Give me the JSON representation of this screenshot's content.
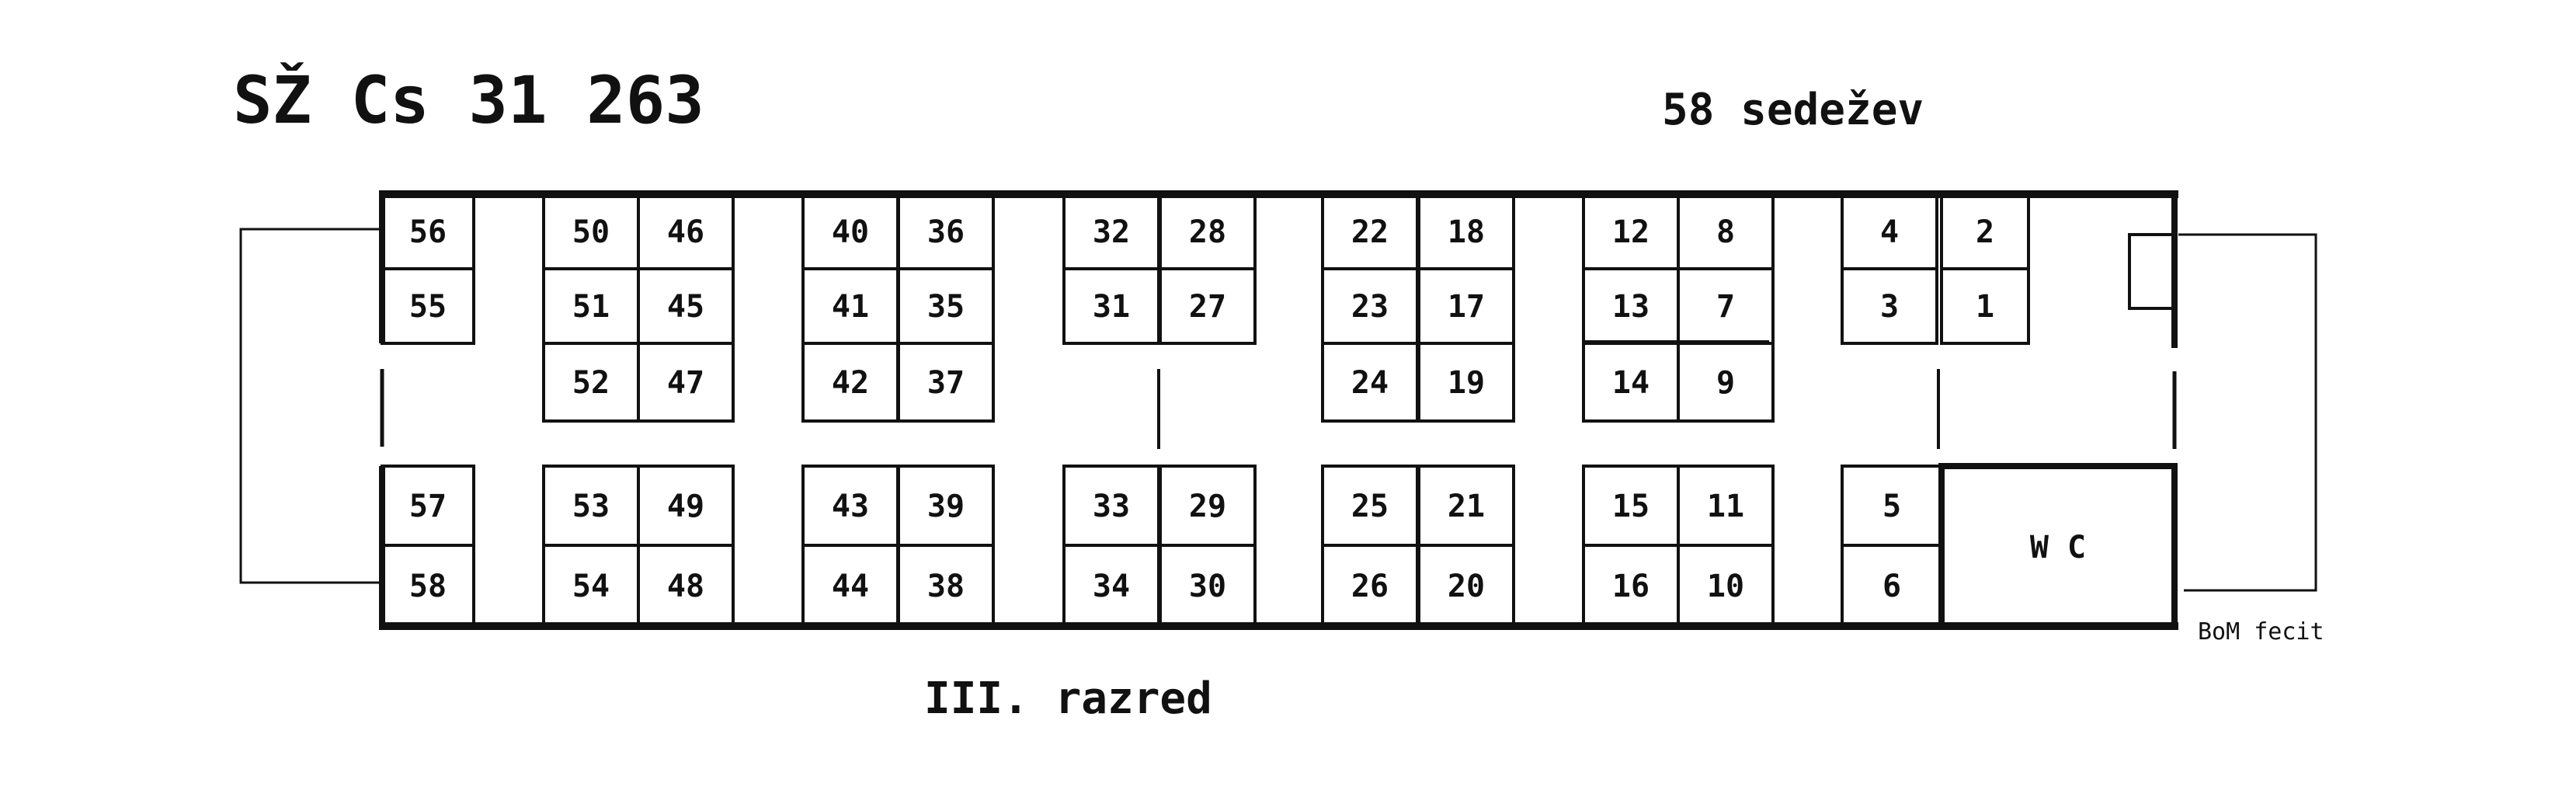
{
  "header": {
    "title": "SŽ Cs 31 263",
    "seat_count": "58 sedežev"
  },
  "footer": {
    "class_label": "III. razred",
    "signature": "BoM fecit"
  },
  "wc": {
    "label": "W C"
  },
  "compartments": [
    {
      "id": "end-left",
      "top": [
        [
          "56"
        ],
        [
          "55"
        ]
      ],
      "bottom": [
        [
          "57"
        ],
        [
          "58"
        ]
      ]
    },
    {
      "id": "bay-1",
      "top": [
        [
          "50",
          "46"
        ],
        [
          "51",
          "45"
        ],
        [
          "52",
          "47"
        ]
      ],
      "bottom": [
        [
          "53",
          "49"
        ],
        [
          "54",
          "48"
        ]
      ]
    },
    {
      "id": "bay-2",
      "top": [
        [
          "40",
          "36"
        ],
        [
          "41",
          "35"
        ],
        [
          "42",
          "37"
        ]
      ],
      "bottom": [
        [
          "43",
          "39"
        ],
        [
          "44",
          "38"
        ]
      ]
    },
    {
      "id": "bay-3",
      "top": [
        [
          "32",
          "28"
        ],
        [
          "31",
          "27"
        ]
      ],
      "bottom": [
        [
          "33",
          "29"
        ],
        [
          "34",
          "30"
        ]
      ]
    },
    {
      "id": "bay-4",
      "top": [
        [
          "22",
          "18"
        ],
        [
          "23",
          "17"
        ],
        [
          "24",
          "19"
        ]
      ],
      "bottom": [
        [
          "25",
          "21"
        ],
        [
          "26",
          "20"
        ]
      ]
    },
    {
      "id": "bay-5",
      "top": [
        [
          "12",
          "8"
        ],
        [
          "13",
          "7"
        ],
        [
          "14",
          "9"
        ]
      ],
      "bottom": [
        [
          "15",
          "11"
        ],
        [
          "16",
          "10"
        ]
      ]
    },
    {
      "id": "bay-6",
      "top": [
        [
          "4",
          "2"
        ],
        [
          "3",
          "1"
        ]
      ],
      "bottom": [
        [
          "5"
        ],
        [
          "6"
        ]
      ]
    }
  ]
}
